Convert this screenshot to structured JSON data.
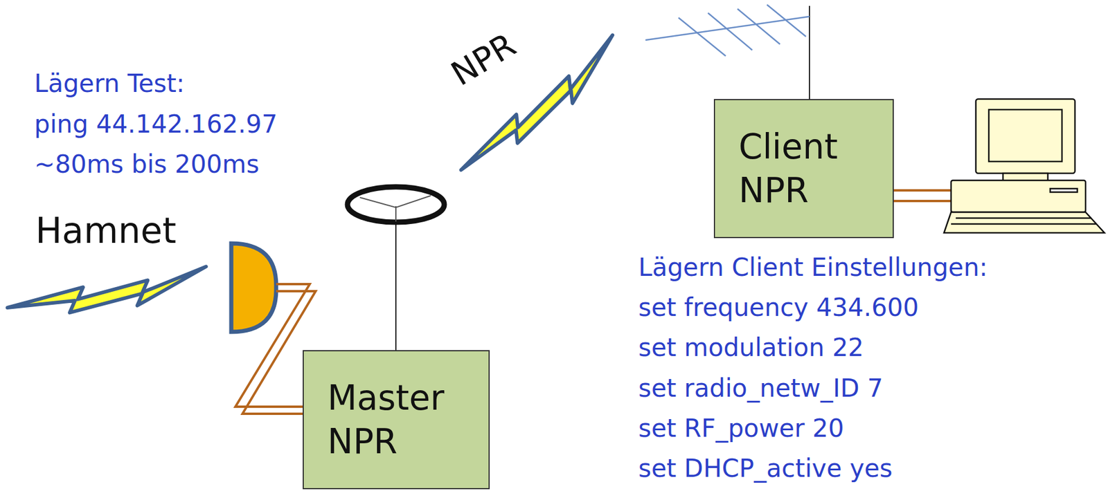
{
  "diagram": {
    "nodes": [
      {
        "text": [
          "Client NPR"
        ]
      },
      {
        "text": [
          "Master NPR"
        ]
      }
    ],
    "labels": [
      "Lägern Test:",
      "ping 44.142.162.97",
      "~80ms bis 200ms",
      "Hamnet",
      "NPR",
      "Lägern Client Einstellungen:",
      "set frequency 434.600",
      "set modulation 22",
      "set radio_netw_ID 7",
      "set RF_power 20",
      "set DHCP_active yes"
    ]
  }
}
